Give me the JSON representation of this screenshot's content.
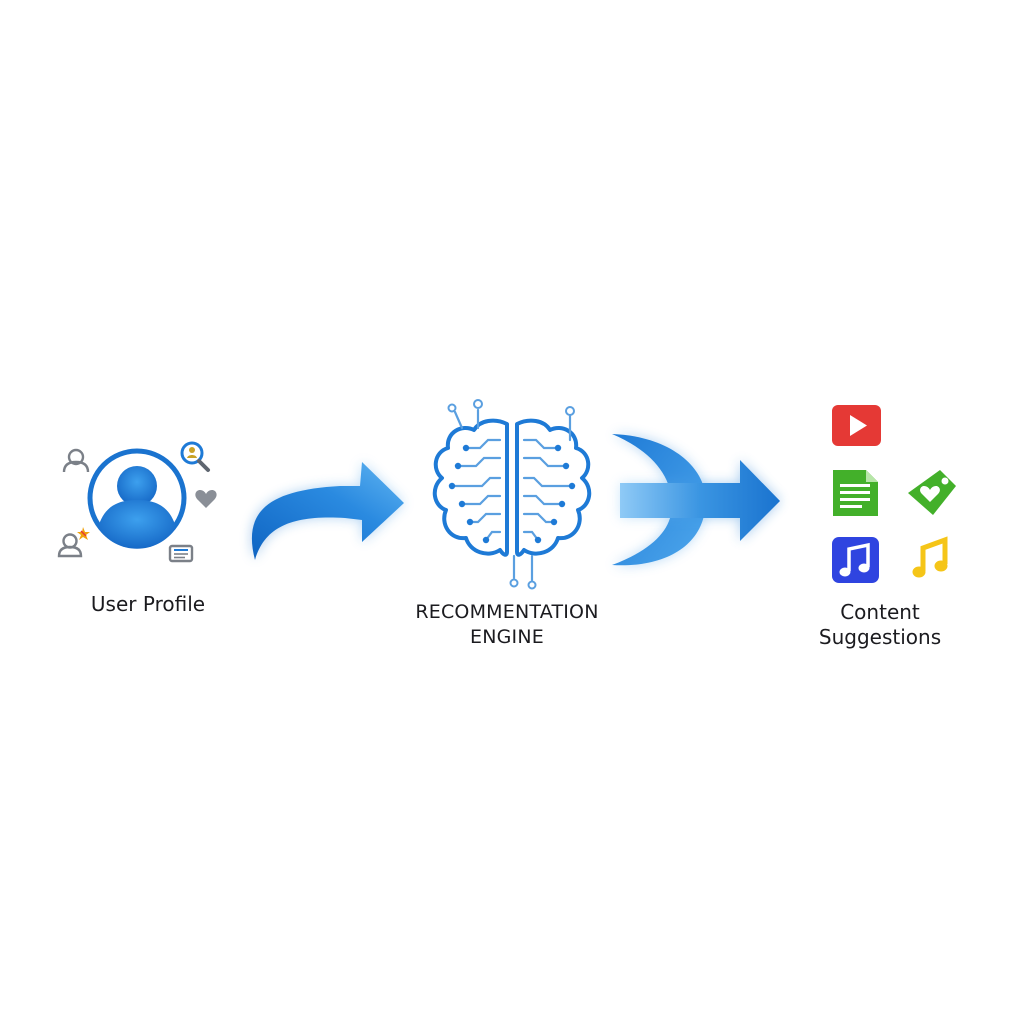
{
  "nodes": {
    "user_profile": {
      "label": "User Profile"
    },
    "engine": {
      "label_line1": "RECOMMENTATION",
      "label_line2": "ENGINE"
    },
    "content": {
      "label_line1": "Content",
      "label_line2": "Suggestions"
    }
  },
  "icons": {
    "profile": [
      "user-outline-icon",
      "search-person-icon",
      "heart-icon",
      "user-star-icon",
      "news-feed-icon",
      "avatar-icon"
    ],
    "content": [
      "video-play-icon",
      "document-icon",
      "tag-heart-icon",
      "music-note-square-icon",
      "music-note-icon"
    ]
  },
  "colors": {
    "primary_blue": "#1f7fd6",
    "red": "#e53935",
    "green": "#43b02a",
    "indigo": "#2f44e0",
    "yellow": "#f5c518",
    "gray": "#8a8f97"
  }
}
